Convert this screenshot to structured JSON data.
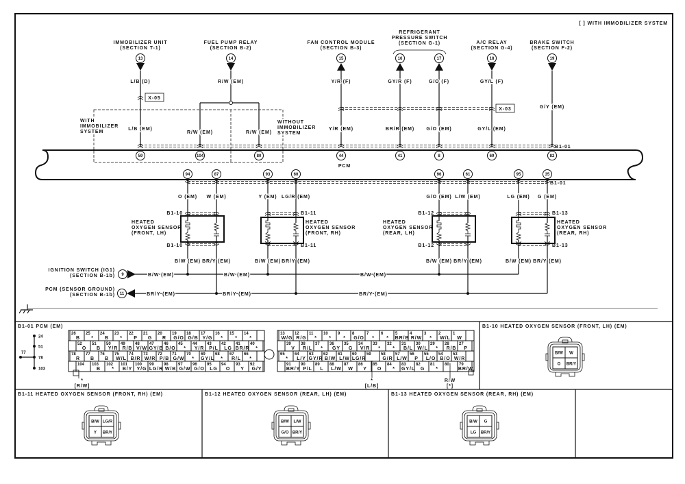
{
  "note": "[ ] WITH IMMOBILIZER SYSTEM",
  "pcm_label": "PCM",
  "connector_ids": {
    "pcm": "B1-01",
    "x05": "X-05",
    "x03": "X-03"
  },
  "region_labels": {
    "with": [
      "WITH",
      "IMMOBILIZER",
      "SYSTEM"
    ],
    "without": [
      "WITHOUT",
      "IMMOBILIZER",
      "SYSTEM"
    ]
  },
  "components": [
    {
      "title": [
        "IMMOBILIZER UNIT",
        "(SECTION T-1)"
      ],
      "refs": [
        "13"
      ]
    },
    {
      "title": [
        "FUEL PUMP RELAY",
        "(SECTION B-2)"
      ],
      "refs": [
        "14"
      ]
    },
    {
      "title": [
        "FAN CONTROL MODULE",
        "(SECTION B-3)"
      ],
      "refs": [
        "15"
      ]
    },
    {
      "title": [
        "REFRIGERANT",
        "PRESSURE SWITCH",
        "(SECTION G-1)"
      ],
      "refs": [
        "16",
        "17"
      ]
    },
    {
      "title": [
        "A/C RELAY",
        "(SECTION G-4)"
      ],
      "refs": [
        "18"
      ]
    },
    {
      "title": [
        "BRAKE SWITCH",
        "(SECTION F-2)"
      ],
      "refs": [
        "19"
      ]
    }
  ],
  "fuel_pump_wire": "R/W (EM)",
  "top_wires": [
    {
      "pin": "59",
      "upper": "L/B (D)",
      "lower": "L/B (EM)"
    },
    {
      "pin": "104",
      "lower": "R/W (EM)"
    },
    {
      "pin": "80",
      "lower": "R/W (EM)"
    },
    {
      "pin": "44",
      "upper": "Y/R (F)",
      "lower": "Y/R (EM)"
    },
    {
      "pin": "41",
      "upper": "GY/R (F)",
      "lower": "BR/R (EM)"
    },
    {
      "pin": "8",
      "upper": "G/O (F)",
      "lower": "G/O (EM)"
    },
    {
      "pin": "69",
      "upper": "GY/L (F)",
      "lower": "GY/L (EM)"
    },
    {
      "pin": "82",
      "upper": "G/Y (EM)"
    }
  ],
  "sensors": [
    {
      "id": "B1-10",
      "name": [
        "HEATED",
        "OXYGEN SENSOR",
        "(FRONT, LH)"
      ],
      "pins": [
        "94",
        "87"
      ],
      "upper": [
        "O (EM)",
        "W (EM)"
      ],
      "lower": [
        "B/W (EM)",
        "BR/Y (EM)"
      ]
    },
    {
      "id": "B1-11",
      "name": [
        "HEATED",
        "OXYGEN SENSOR",
        "(FRONT, RH)"
      ],
      "pins": [
        "93",
        "60"
      ],
      "upper": [
        "Y (EM)",
        "LG/R (EM)"
      ],
      "lower": [
        "B/W (EM)",
        "BR/Y (EM)"
      ]
    },
    {
      "id": "B1-12",
      "name": [
        "HEATED",
        "OXYGEN SENSOR",
        "(REAR, LH)"
      ],
      "pins": [
        "96",
        "61"
      ],
      "upper": [
        "G/O (EM)",
        "L/W (EM)"
      ],
      "lower": [
        "B/W (EM)",
        "BR/Y (EM)"
      ]
    },
    {
      "id": "B1-13",
      "name": [
        "HEATED",
        "OXYGEN SENSOR",
        "(REAR, RH)"
      ],
      "pins": [
        "95",
        "35"
      ],
      "upper": [
        "LG (EM)",
        "G (EM)"
      ],
      "lower": [
        "B/W (EM)",
        "BR/Y (EM)"
      ]
    }
  ],
  "feeds": [
    {
      "ref": "9",
      "name": [
        "IGNITION SWITCH (IG1)",
        "(SECTION B-1b)"
      ],
      "wire": "B/W (EM)"
    },
    {
      "ref": "11",
      "name": [
        "PCM (SENSOR GROUND)",
        "(SECTION B-1b)"
      ],
      "wire": "BR/Y (EM)"
    }
  ],
  "pcm_connector": {
    "title": "B1-01 PCM (EM)",
    "side_pins": [
      "24",
      "51",
      "77",
      "78",
      "103"
    ],
    "left_rows": [
      [
        [
          "26",
          "B"
        ],
        [
          "25",
          "*"
        ],
        [
          "24",
          "B"
        ],
        [
          "23",
          "*"
        ],
        [
          "22",
          "P"
        ],
        [
          "21",
          "G"
        ],
        [
          "20",
          "R"
        ],
        [
          "19",
          "G/O"
        ],
        [
          "18",
          "G/B"
        ],
        [
          "17",
          "Y/G"
        ],
        [
          "16",
          "*"
        ],
        [
          "15",
          "*"
        ],
        [
          "14",
          "*"
        ]
      ],
      [
        [
          "52",
          "O"
        ],
        [
          "51",
          "B"
        ],
        [
          "50",
          "Y/R"
        ],
        [
          "49",
          "R/B"
        ],
        [
          "48",
          "V/W"
        ],
        [
          "47",
          "GY/B"
        ],
        [
          "46",
          "B/O"
        ],
        [
          "45",
          "*"
        ],
        [
          "44",
          "Y/R"
        ],
        [
          "43",
          "P/L"
        ],
        [
          "42",
          "LG"
        ],
        [
          "41",
          "BR/R"
        ],
        [
          "40",
          "*"
        ]
      ],
      [
        [
          "78",
          "R"
        ],
        [
          "77",
          "B"
        ],
        [
          "76",
          "B"
        ],
        [
          "75",
          "W/L"
        ],
        [
          "74",
          "B/R"
        ],
        [
          "73",
          "W/R"
        ],
        [
          "72",
          "P/B"
        ],
        [
          "71",
          "G/W"
        ],
        [
          "70",
          "*"
        ],
        [
          "69",
          "GY/L"
        ],
        [
          "68",
          "*"
        ],
        [
          "67",
          "R/L"
        ],
        [
          "66",
          "*"
        ]
      ],
      [
        [
          "104",
          ""
        ],
        [
          "103",
          "B"
        ],
        [
          "102",
          "*"
        ],
        [
          "101",
          "B/Y"
        ],
        [
          "100",
          "Y/G"
        ],
        [
          "99",
          "LG/R"
        ],
        [
          "98",
          "W/B"
        ],
        [
          "97",
          "G/W"
        ],
        [
          "96",
          "G/O"
        ],
        [
          "95",
          "LG"
        ],
        [
          "94",
          "O"
        ],
        [
          "93",
          "Y"
        ],
        [
          "92",
          "G/Y"
        ]
      ]
    ],
    "right_rows": [
      [
        [
          "13",
          "W/G"
        ],
        [
          "12",
          "R/G"
        ],
        [
          "11",
          "*"
        ],
        [
          "10",
          "*"
        ],
        [
          "9",
          "*"
        ],
        [
          "8",
          "G/O"
        ],
        [
          "7",
          "*"
        ],
        [
          "6",
          "*"
        ],
        [
          "5",
          "BR/B"
        ],
        [
          "4",
          "R/W"
        ],
        [
          "3",
          "*"
        ],
        [
          "2",
          "W/L"
        ],
        [
          "1",
          "W"
        ]
      ],
      [
        [
          "39",
          "V"
        ],
        [
          "38",
          "R/L"
        ],
        [
          "37",
          "*"
        ],
        [
          "36",
          "GY"
        ],
        [
          "35",
          "G"
        ],
        [
          "34",
          "V/R"
        ],
        [
          "33",
          "*"
        ],
        [
          "32",
          "*"
        ],
        [
          "31",
          "B/L"
        ],
        [
          "30",
          "W/L"
        ],
        [
          "29",
          "*"
        ],
        [
          "28",
          "R/B"
        ],
        [
          "27",
          "P"
        ]
      ],
      [
        [
          "65",
          "*"
        ],
        [
          "64",
          "L/Y"
        ],
        [
          "63",
          "GY/R"
        ],
        [
          "62",
          "B/W"
        ],
        [
          "61",
          "L/W"
        ],
        [
          "60",
          "LG/R"
        ],
        [
          "59",
          ""
        ],
        [
          "58",
          "G/R"
        ],
        [
          "57",
          "L/W"
        ],
        [
          "56",
          "P"
        ],
        [
          "55",
          "L/O"
        ],
        [
          "54",
          "B/O"
        ],
        [
          "53",
          "W/R"
        ]
      ],
      [
        [
          "91",
          "BR/Y"
        ],
        [
          "90",
          "P/L"
        ],
        [
          "89",
          "L"
        ],
        [
          "88",
          "L/W"
        ],
        [
          "87",
          "W"
        ],
        [
          "86",
          "Y"
        ],
        [
          "85",
          "O"
        ],
        [
          "84",
          "*"
        ],
        [
          "83",
          "GY/L"
        ],
        [
          "82",
          "G"
        ],
        [
          "81",
          "*"
        ],
        [
          "80",
          ""
        ],
        [
          "79",
          "BR/W"
        ]
      ]
    ],
    "notes": {
      "pin104": [
        "*",
        "[R/W]"
      ],
      "pin59": [
        "*",
        "[L/B]"
      ],
      "pin80": [
        "R/W",
        "[*]"
      ]
    }
  },
  "sensor_connectors": [
    {
      "title": "B1-10 HEATED OXYGEN SENSOR (FRONT, LH) (EM)",
      "cells": [
        "B/W",
        "W",
        "O",
        "BR/Y"
      ]
    },
    {
      "title": "B1-11 HEATED OXYGEN SENSOR (FRONT, RH) (EM)",
      "cells": [
        "B/W",
        "LG/R",
        "Y",
        "BR/Y"
      ]
    },
    {
      "title": "B1-12 HEATED OXYGEN SENSOR (REAR, LH) (EM)",
      "cells": [
        "B/W",
        "L/W",
        "G/O",
        "BR/Y"
      ]
    },
    {
      "title": "B1-13 HEATED OXYGEN SENSOR (REAR, RH) (EM)",
      "cells": [
        "B/W",
        "G",
        "LG",
        "BR/Y"
      ]
    }
  ]
}
